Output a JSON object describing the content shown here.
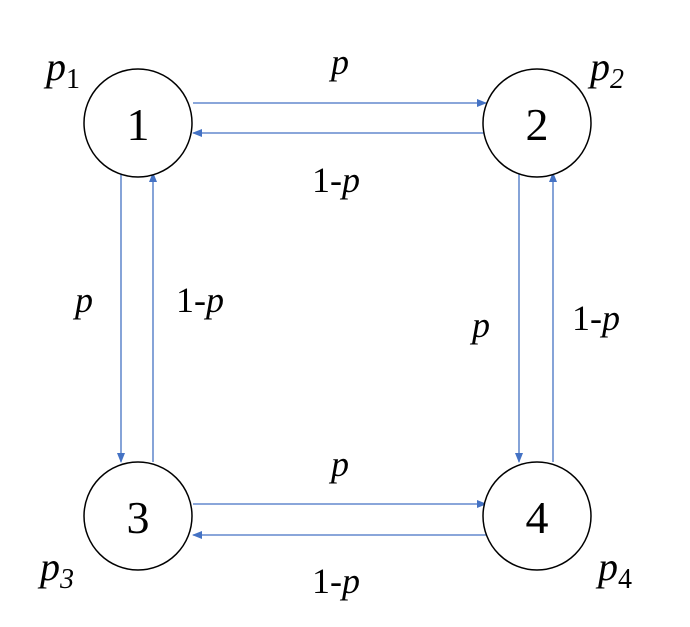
{
  "colors": {
    "arrow": "#4472c4",
    "node_stroke": "#000000",
    "text": "#000000"
  },
  "nodes": [
    {
      "id": "1",
      "label": "1",
      "prob_symbol": "p",
      "prob_sub": "1"
    },
    {
      "id": "2",
      "label": "2",
      "prob_symbol": "p",
      "prob_sub": "2"
    },
    {
      "id": "3",
      "label": "3",
      "prob_symbol": "p",
      "prob_sub": "3"
    },
    {
      "id": "4",
      "label": "4",
      "prob_symbol": "p",
      "prob_sub": "4"
    }
  ],
  "edges": [
    {
      "from": "1",
      "to": "2",
      "prefix": "",
      "symbol": "p"
    },
    {
      "from": "2",
      "to": "1",
      "prefix": "1-",
      "symbol": "p"
    },
    {
      "from": "1",
      "to": "3",
      "prefix": "",
      "symbol": "p"
    },
    {
      "from": "3",
      "to": "1",
      "prefix": "1-",
      "symbol": "p"
    },
    {
      "from": "2",
      "to": "4",
      "prefix": "",
      "symbol": "p"
    },
    {
      "from": "4",
      "to": "2",
      "prefix": "1-",
      "symbol": "p"
    },
    {
      "from": "3",
      "to": "4",
      "prefix": "",
      "symbol": "p"
    },
    {
      "from": "4",
      "to": "3",
      "prefix": "1-",
      "symbol": "p"
    }
  ]
}
